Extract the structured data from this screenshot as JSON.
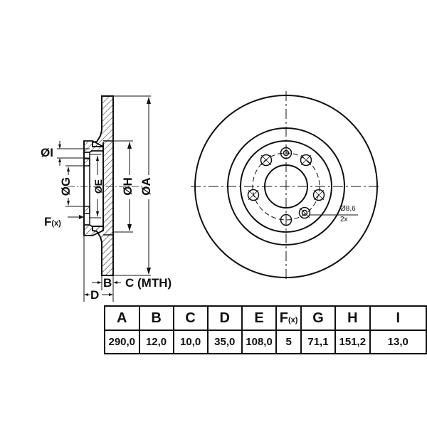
{
  "side_view": {
    "labels": {
      "dia_I": "ØI",
      "dia_G": "ØG",
      "dia_E": "ØE",
      "dia_H": "ØH",
      "dia_A": "ØA",
      "F": "F",
      "F_sub": "(x)",
      "B": "B",
      "C": "C (MTH)",
      "D": "D"
    }
  },
  "front_view": {
    "hole_note_dia": "Ø8,6",
    "hole_note_qty": "2x",
    "bolt_holes": 5,
    "threaded_holes": 2
  },
  "spec_table": {
    "headers": [
      "A",
      "B",
      "C",
      "D",
      "E",
      "F",
      "G",
      "H",
      "I"
    ],
    "header_sub": {
      "F": "(x)"
    },
    "values": [
      "290,0",
      "12,0",
      "10,0",
      "35,0",
      "108,0",
      "5",
      "71,1",
      "151,2",
      "13,0"
    ]
  },
  "colors": {
    "line": "#111111",
    "background": "#ffffff"
  }
}
